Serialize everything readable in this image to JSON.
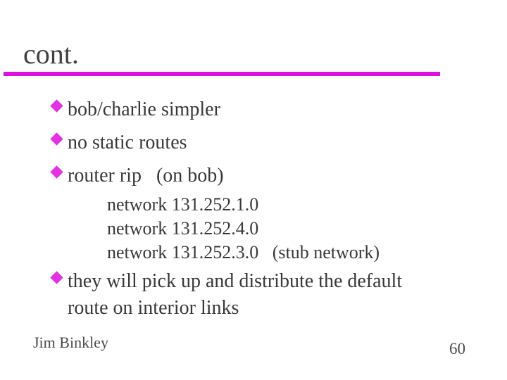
{
  "slide": {
    "title": "cont.",
    "bullets": [
      {
        "label": "bob/charlie simpler"
      },
      {
        "label": "no static routes"
      },
      {
        "label": "router rip   (on bob)"
      },
      {
        "label": "they will pick up and distribute the default\nroute on interior links"
      }
    ],
    "sub_items": [
      "network 131.252.1.0",
      "network 131.252.4.0",
      "network 131.252.3.0   (stub network)"
    ],
    "footer": {
      "author": "Jim Binkley",
      "page_number": "60"
    },
    "colors": {
      "accent_rule": "#dd11dd",
      "bullet_diamond": "#e331e3",
      "title_text": "#3f3f3f",
      "body_text": "#383838"
    }
  }
}
